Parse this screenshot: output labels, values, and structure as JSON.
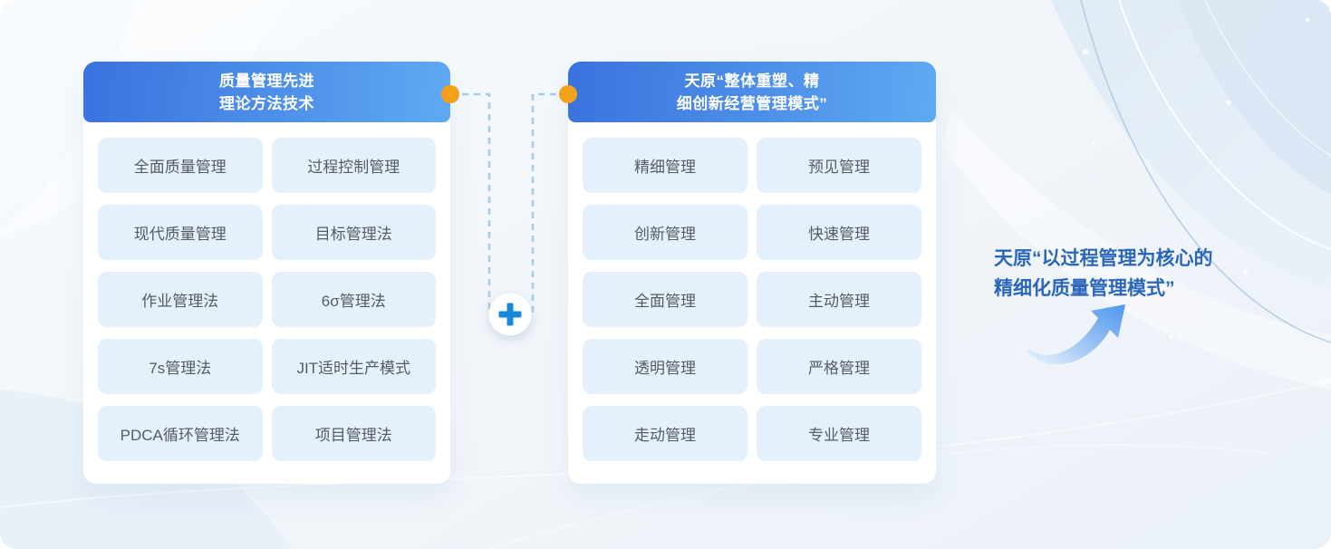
{
  "left_panel": {
    "title_line1": "质量管理先进",
    "title_line2": "理论方法技术",
    "items": [
      "全面质量管理",
      "过程控制管理",
      "现代质量管理",
      "目标管理法",
      "作业管理法",
      "6σ管理法",
      "7s管理法",
      "JIT适时生产模式",
      "PDCA循环管理法",
      "项目管理法"
    ]
  },
  "right_panel": {
    "title_line1": "天原“整体重塑、精",
    "title_line2": "细创新经营管理模式”",
    "items": [
      "精细管理",
      "预见管理",
      "创新管理",
      "快速管理",
      "全面管理",
      "主动管理",
      "透明管理",
      "严格管理",
      "走动管理",
      "专业管理"
    ]
  },
  "connector": {
    "plus_icon": "plus"
  },
  "result": {
    "line1": "天原“以过程管理为核心的",
    "line2": "精细化质量管理模式”"
  },
  "colors": {
    "header_gradient_start": "#3a72de",
    "header_gradient_end": "#5fa9f2",
    "cell_bg": "#e4f0fb",
    "cell_text": "#565c64",
    "connector_dot_orange": "#f5a01a",
    "dashed_line": "#a5cbee",
    "plus_blue": "#1789dc",
    "result_text_blue": "#2b66bb",
    "arrow_blue": "#4e96ef"
  }
}
